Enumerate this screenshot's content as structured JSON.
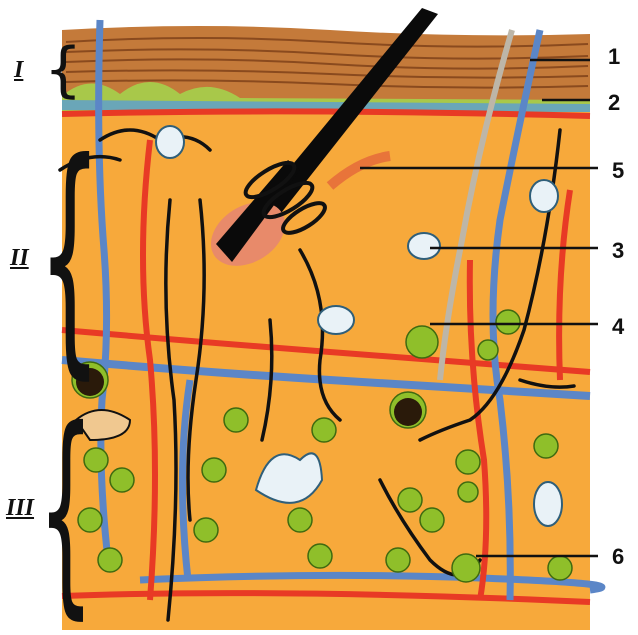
{
  "layers": [
    {
      "key": "layer-I",
      "label": "I"
    },
    {
      "key": "layer-II",
      "label": "II"
    },
    {
      "key": "layer-III",
      "label": "III"
    }
  ],
  "callouts": [
    {
      "key": "callout-1",
      "label": "1"
    },
    {
      "key": "callout-2",
      "label": "2"
    },
    {
      "key": "callout-5",
      "label": "5"
    },
    {
      "key": "callout-3",
      "label": "3"
    },
    {
      "key": "callout-4",
      "label": "4"
    },
    {
      "key": "callout-6",
      "label": "6"
    }
  ],
  "colors": {
    "dermis": "#f7a93b",
    "epidermis": "#c47a3a",
    "epidermis_stripe": "#8a4a1e",
    "basal_blue": "#6aa6b8",
    "basal_green": "#a8c84a",
    "artery_red": "#e83a25",
    "vein_blue": "#5b86c7",
    "nerve_black": "#111111",
    "fat_green": "#8fbf2a",
    "gland_fill": "#e9f2f7",
    "hair_black": "#0a0a0a",
    "gray_duct": "#bdb6a8"
  }
}
